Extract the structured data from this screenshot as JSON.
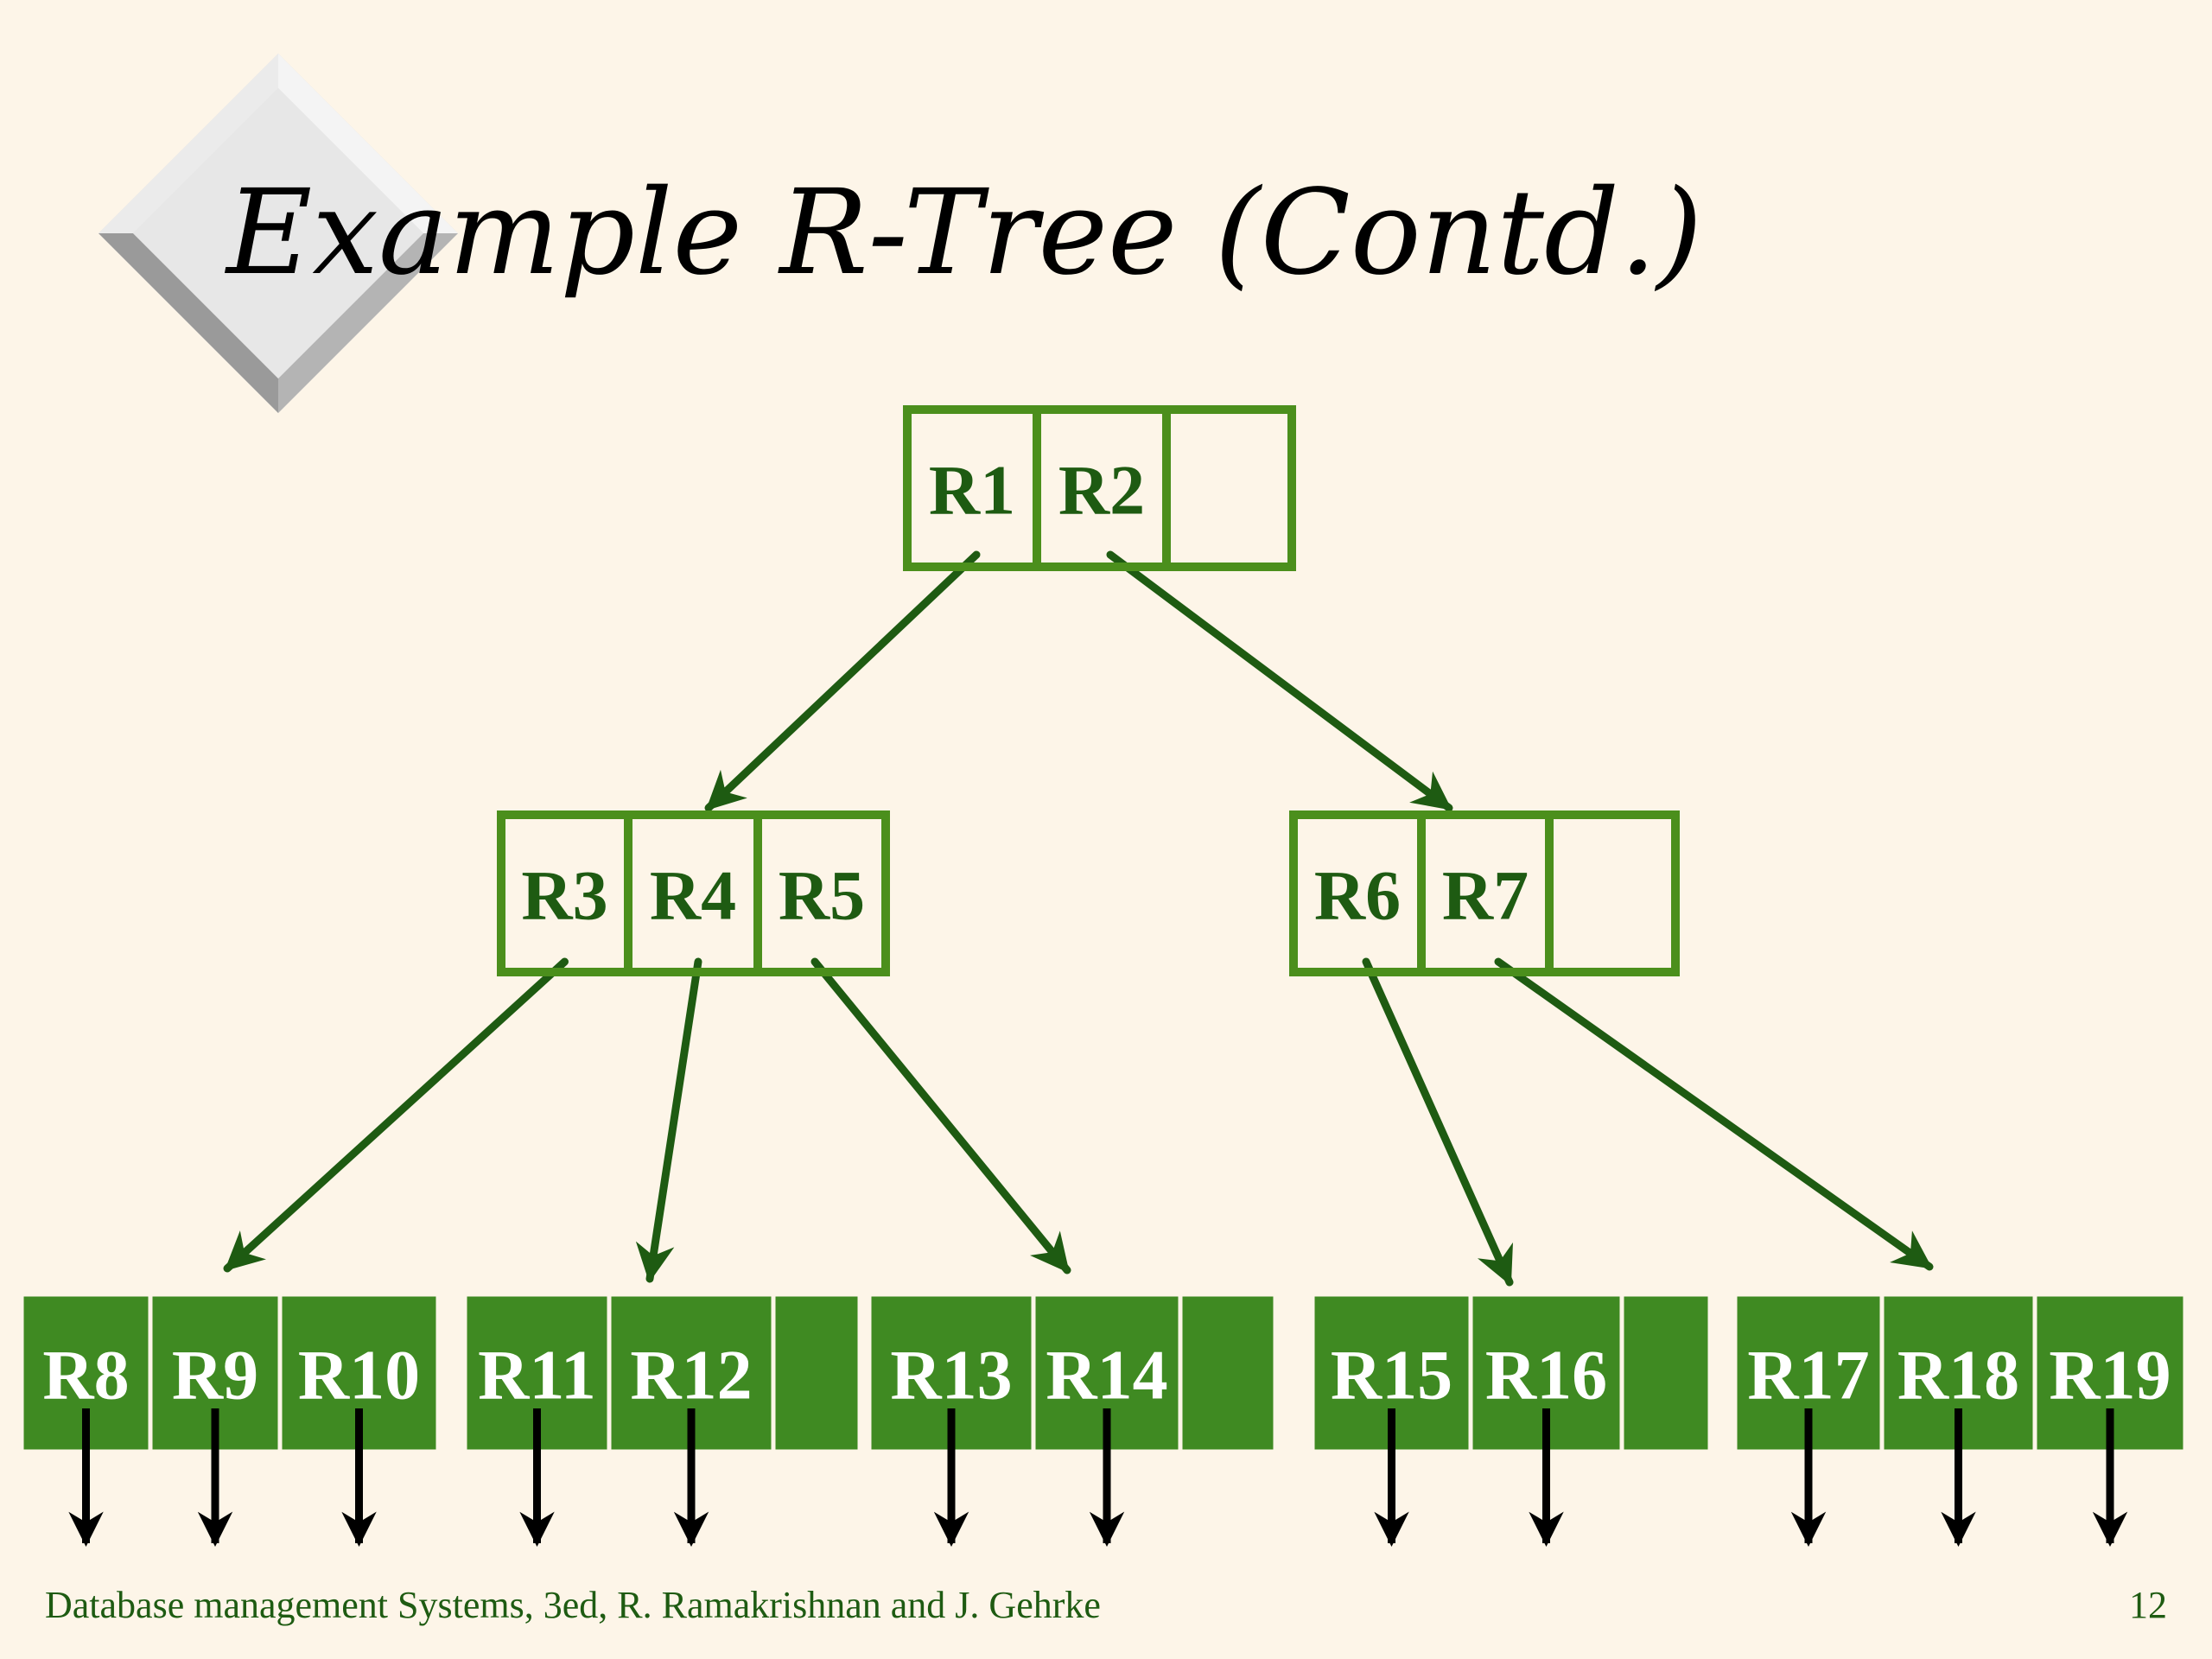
{
  "slide": {
    "title": "Example R-Tree (Contd.)",
    "footer_text": "Database management Systems, 3ed, R. Ramakrishnan and J. Gehrke",
    "page_number": "12"
  },
  "colors": {
    "background": "#fdf5e8",
    "node_outline": "#4b8f1c",
    "inner_label": "#1e5b12",
    "leaf_fill": "#3f8a22",
    "leaf_label": "#ffffff",
    "edge": "#1e5b12",
    "pointer": "#000000",
    "footer": "#1e5b12"
  },
  "decoration": {
    "icon": "beveled-diamond-icon"
  },
  "tree": {
    "root": {
      "entries": [
        "R1",
        "R2",
        ""
      ]
    },
    "internal": [
      {
        "entries": [
          "R3",
          "R4",
          "R5"
        ]
      },
      {
        "entries": [
          "R6",
          "R7",
          ""
        ]
      }
    ],
    "leaves": [
      {
        "entries": [
          "R8",
          "R9",
          "R10"
        ]
      },
      {
        "entries": [
          "R11",
          "R12",
          ""
        ]
      },
      {
        "entries": [
          "R13",
          "R14",
          ""
        ]
      },
      {
        "entries": [
          "R15",
          "R16",
          ""
        ]
      },
      {
        "entries": [
          "R17",
          "R18",
          "R19"
        ]
      }
    ]
  }
}
